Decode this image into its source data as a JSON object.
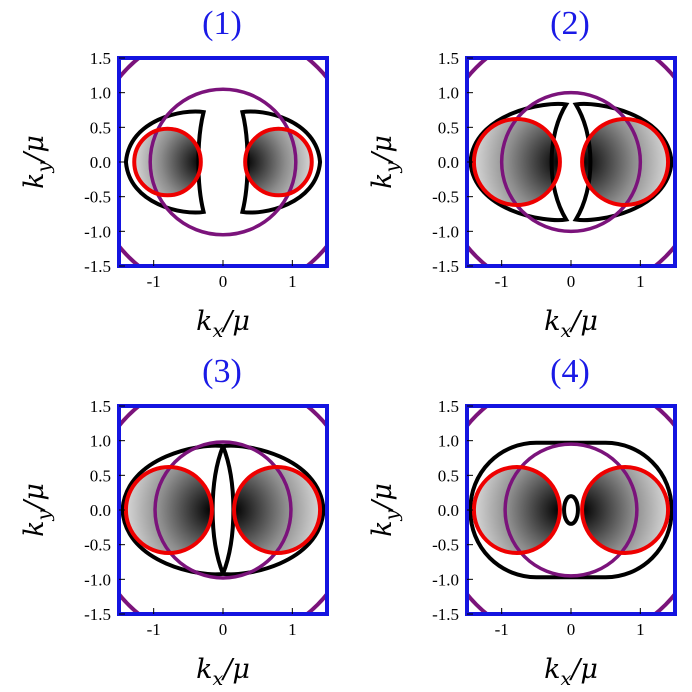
{
  "colors": {
    "title": "#1a1ae6",
    "frame": "#1414e0",
    "fermi_black": "#000000",
    "circle_red": "#ee0000",
    "circle_purple": "#7b137b"
  },
  "chart_data": [
    {
      "type": "contour",
      "title": "(1)",
      "xlabel": "kx/μ",
      "ylabel": "ky/μ",
      "xlim": [
        -1.5,
        1.5
      ],
      "ylim": [
        -1.5,
        1.5
      ],
      "xticks": [
        -1,
        0,
        1
      ],
      "yticks": [
        -1.5,
        -1.0,
        -0.5,
        0.0,
        0.5,
        1.0,
        1.5
      ],
      "ytick_labels": [
        "-1.5",
        "-1.0",
        "-0.5",
        "0.0",
        "0.5",
        "1.0",
        "1.5"
      ],
      "xtick_labels": [
        "-1",
        "0",
        "1"
      ],
      "red_circles": [
        {
          "cx": -0.8,
          "cy": 0,
          "r": 0.48
        },
        {
          "cx": 0.8,
          "cy": 0,
          "r": 0.48
        }
      ],
      "purple_circle": {
        "cx": 0,
        "cy": 0,
        "r": 1.05
      },
      "black_lobes": {
        "outer_x": 1.4,
        "inner_x": 0.28,
        "inner_bulge": 0.1,
        "half_height": 0.72
      }
    },
    {
      "type": "contour",
      "title": "(2)",
      "xlabel": "kx/μ",
      "ylabel": "ky/μ",
      "xlim": [
        -1.5,
        1.5
      ],
      "ylim": [
        -1.5,
        1.5
      ],
      "xticks": [
        -1,
        0,
        1
      ],
      "yticks": [
        -1.5,
        -1.0,
        -0.5,
        0.0,
        0.5,
        1.0,
        1.5
      ],
      "ytick_labels": [
        "-1.5",
        "-1.0",
        "-0.5",
        "0.0",
        "0.5",
        "1.0",
        "1.5"
      ],
      "xtick_labels": [
        "-1",
        "0",
        "1"
      ],
      "red_circles": [
        {
          "cx": -0.78,
          "cy": 0,
          "r": 0.62
        },
        {
          "cx": 0.78,
          "cy": 0,
          "r": 0.62
        }
      ],
      "purple_circle": {
        "cx": 0,
        "cy": 0,
        "r": 1.0
      },
      "black_lobes": {
        "outer_x": 1.45,
        "inner_x": 0.07,
        "inner_bulge": 0.28,
        "half_height": 0.83
      }
    },
    {
      "type": "contour",
      "title": "(3)",
      "xlabel": "kx/μ",
      "ylabel": "ky/μ",
      "xlim": [
        -1.5,
        1.5
      ],
      "ylim": [
        -1.5,
        1.5
      ],
      "xticks": [
        -1,
        0,
        1
      ],
      "yticks": [
        -1.5,
        -1.0,
        -0.5,
        0.0,
        0.5,
        1.0,
        1.5
      ],
      "ytick_labels": [
        "-1.5",
        "-1.0",
        "-0.5",
        "0.0",
        "0.5",
        "1.0",
        "1.5"
      ],
      "xtick_labels": [
        "-1",
        "0",
        "1"
      ],
      "red_circles": [
        {
          "cx": -0.78,
          "cy": 0,
          "r": 0.62
        },
        {
          "cx": 0.78,
          "cy": 0,
          "r": 0.62
        }
      ],
      "purple_circle": {
        "cx": 0,
        "cy": 0,
        "r": 0.98
      },
      "black_lobes": {
        "outer_x": 1.45,
        "inner_x": 0.0,
        "inner_bulge": 0.2,
        "half_height": 0.92
      }
    },
    {
      "type": "contour",
      "title": "(4)",
      "xlabel": "kx/μ",
      "ylabel": "ky/μ",
      "xlim": [
        -1.5,
        1.5
      ],
      "ylim": [
        -1.5,
        1.5
      ],
      "xticks": [
        -1,
        0,
        1
      ],
      "yticks": [
        -1.5,
        -1.0,
        -0.5,
        0.0,
        0.5,
        1.0,
        1.5
      ],
      "ytick_labels": [
        "-1.5",
        "-1.0",
        "-0.5",
        "0.0",
        "0.5",
        "1.0",
        "1.5"
      ],
      "xtick_labels": [
        "-1",
        "0",
        "1"
      ],
      "red_circles": [
        {
          "cx": -0.78,
          "cy": 0,
          "r": 0.62
        },
        {
          "cx": 0.78,
          "cy": 0,
          "r": 0.62
        }
      ],
      "purple_circle": {
        "cx": 0,
        "cy": 0,
        "r": 0.95
      },
      "black_outer": {
        "rx": 1.45,
        "ry": 0.97
      },
      "black_inner_ellipse": {
        "cx": 0,
        "cy": 0,
        "rx": 0.1,
        "ry": 0.2
      }
    }
  ]
}
